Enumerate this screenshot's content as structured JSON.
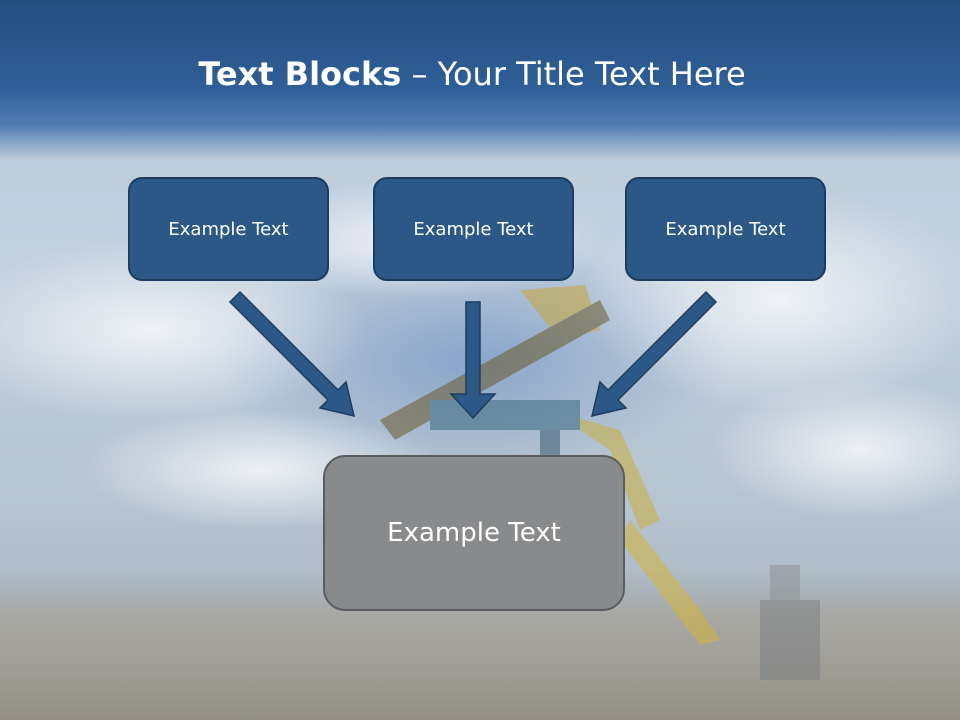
{
  "title": {
    "bold": "Text Blocks",
    "rest": " – Your Title Text Here"
  },
  "blocks": {
    "left": "Example Text",
    "center": "Example Text",
    "right": "Example Text",
    "main": "Example Text"
  },
  "colors": {
    "header_blue": "#2f5f97",
    "box_blue": "#2c5888",
    "box_gray": "#888a8c",
    "arrow_blue": "#2c5888"
  }
}
